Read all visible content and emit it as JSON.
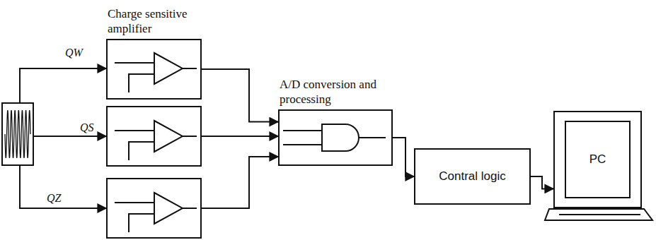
{
  "diagram": {
    "nodes": [
      {
        "text": [
          "Charge sensitive amplifier"
        ]
      },
      {
        "text": [
          "A/D conversion and processing"
        ]
      },
      {
        "text": [
          "Contral logic"
        ]
      },
      {
        "text": [
          "PC"
        ]
      }
    ],
    "edges": [
      {
        "from": 0,
        "to": 1,
        "arrow": "to"
      },
      {
        "from": 1,
        "to": 2,
        "arrow": "to"
      },
      {
        "from": 2,
        "to": 3,
        "arrow": "to"
      }
    ],
    "labels": [
      "QW",
      "QS",
      "QZ"
    ]
  }
}
